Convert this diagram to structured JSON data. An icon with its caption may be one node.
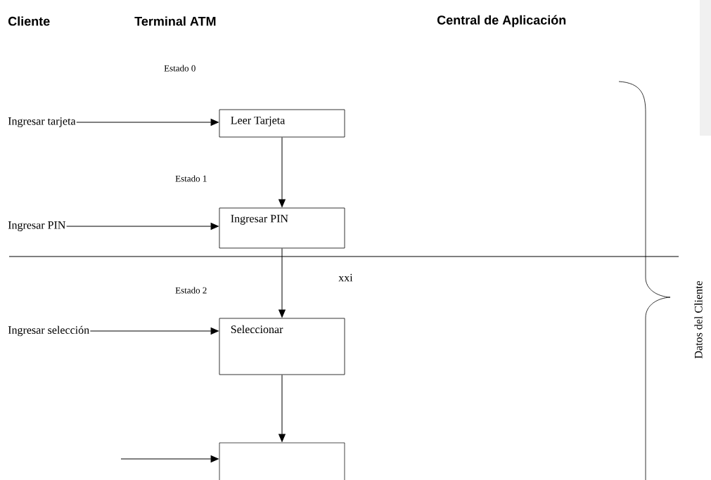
{
  "diagram": {
    "nodes": [
      {
        "text": [
          "Ingresar tarjeta"
        ]
      },
      {
        "text": [
          "Leer Tarjeta"
        ]
      },
      {
        "text": [
          "Ingresar PIN"
        ]
      },
      {
        "text": [
          "Ingresar PIN"
        ]
      },
      {
        "text": [
          "Ingresar selección"
        ]
      },
      {
        "text": [
          "Seleccionar"
        ]
      },
      {
        "text": [],
        "shape": "box"
      }
    ],
    "edges": [
      {
        "from": 0,
        "to": 1,
        "arrow": "to"
      },
      {
        "from": 1,
        "to": 3,
        "arrow": "to"
      },
      {
        "from": 2,
        "to": 3,
        "arrow": "to"
      },
      {
        "from": 3,
        "to": 5,
        "arrow": "to"
      },
      {
        "from": 4,
        "to": 5,
        "arrow": "to"
      },
      {
        "from": 5,
        "to": 6,
        "arrow": "to"
      },
      {
        "from": null,
        "to": 6,
        "arrow": "to"
      }
    ],
    "labels": [
      "Cliente",
      "Terminal ATM",
      "Central de Aplicación",
      "Estado 0",
      "Estado 1",
      "xxi",
      "Estado 2",
      "Datos del Cliente"
    ]
  }
}
